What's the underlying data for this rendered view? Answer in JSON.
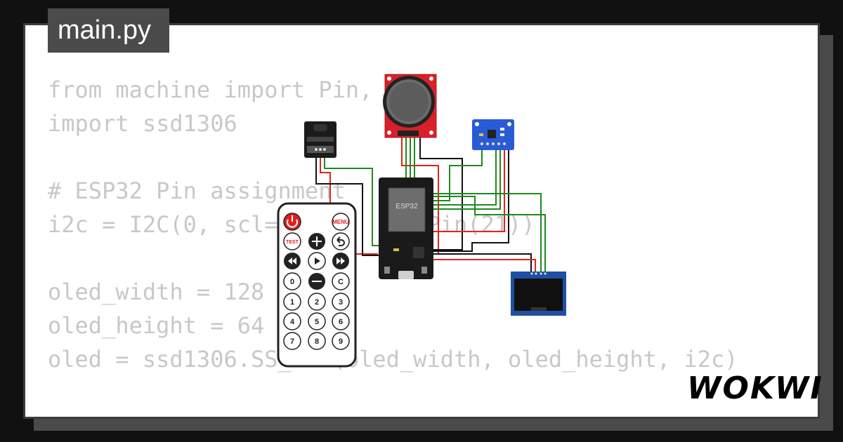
{
  "file_tab": {
    "label": "main.py"
  },
  "code_lines": [
    "from machine import Pin, ",
    "import ssd1306",
    "",
    "# ESP32 Pin assignment",
    "i2c = I2C(0, scl=",
    "",
    "oled_width = 128",
    "oled_height = 64",
    "oled = ssd1306.SS",
    "",
    ""
  ],
  "code_fragments": {
    "line5_tail": ")         =Pin(21))",
    "line9_tail": "_I2C(oled_width, oled_height, i2c)"
  },
  "esp32": {
    "label": "ESP32"
  },
  "remote": {
    "power_label": "",
    "menu_label": "MENU",
    "test_label": "TEST",
    "zero": "0",
    "c": "C",
    "one": "1",
    "two": "2",
    "three": "3",
    "four": "4",
    "five": "5",
    "six": "6",
    "seven": "7",
    "eight": "8",
    "nine": "9"
  },
  "brand": {
    "logo": "WOKWI"
  },
  "colors": {
    "wire_red": "#e2231a",
    "wire_green": "#1e8a1e",
    "wire_black": "#111111",
    "joystick_board": "#d8202a",
    "oled_board": "#1f4fa3",
    "imu_board": "#2a5bd7",
    "remote_power": "#e0201e"
  }
}
